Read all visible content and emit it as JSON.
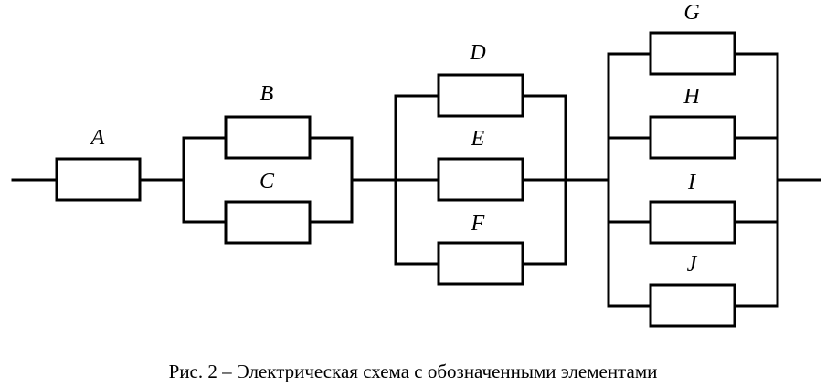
{
  "diagram": {
    "elements": [
      {
        "id": "A",
        "label": "A"
      },
      {
        "id": "B",
        "label": "B"
      },
      {
        "id": "C",
        "label": "C"
      },
      {
        "id": "D",
        "label": "D"
      },
      {
        "id": "E",
        "label": "E"
      },
      {
        "id": "F",
        "label": "F"
      },
      {
        "id": "G",
        "label": "G"
      },
      {
        "id": "H",
        "label": "H"
      },
      {
        "id": "I",
        "label": "I"
      },
      {
        "id": "J",
        "label": "J"
      }
    ],
    "topology": [
      [
        "A"
      ],
      [
        "B",
        "C"
      ],
      [
        "D",
        "E",
        "F"
      ],
      [
        "G",
        "H",
        "I",
        "J"
      ]
    ],
    "caption": "Рис. 2 – Электрическая схема с обозначенными элементами"
  }
}
